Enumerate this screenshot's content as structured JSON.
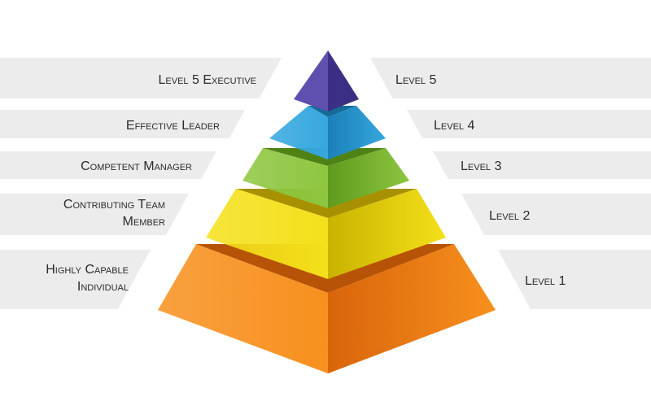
{
  "colors": {
    "band": "#ececec",
    "text": "#2b2b2b"
  },
  "levels": [
    {
      "level_label": "Level 5",
      "role_lines": [
        "Level 5 Executive"
      ],
      "colors": {
        "left": "#5f4fae",
        "right": "#3b2f85",
        "top": "#4b3d98"
      }
    },
    {
      "level_label": "Level 4",
      "role_lines": [
        "Effective Leader"
      ],
      "colors": {
        "left": "#35a7de",
        "right": "#1c7fb8",
        "top": "#156a98"
      }
    },
    {
      "level_label": "Level 3",
      "role_lines": [
        "Competent Manager"
      ],
      "colors": {
        "left": "#8dc63f",
        "right": "#5f9a1e",
        "top": "#4f8215"
      }
    },
    {
      "level_label": "Level 2",
      "role_lines": [
        "Contributing Team",
        "Member"
      ],
      "colors": {
        "left": "#f4e01a",
        "right": "#c9b300",
        "top": "#a79100"
      }
    },
    {
      "level_label": "Level 1",
      "role_lines": [
        "Highly Capable",
        "Individual"
      ],
      "colors": {
        "left": "#f7901e",
        "right": "#d9650a",
        "top": "#b75306"
      }
    }
  ]
}
